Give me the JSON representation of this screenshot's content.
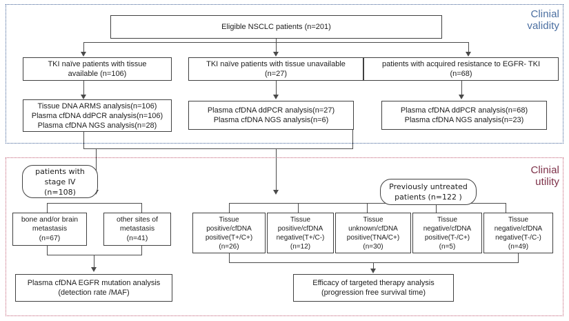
{
  "figure": {
    "type": "flowchart",
    "title": "NSCLC patient enrolment and cfDNA analysis flow diagram"
  },
  "sections": {
    "validity": {
      "label": "Clinial\nvalidity",
      "color": "#4a6ea0",
      "border_color": "#3b5c93"
    },
    "utility": {
      "label": "Clinial\nutility",
      "color": "#7d3048",
      "border_color": "#c05a72"
    }
  },
  "nodes": {
    "eligible": {
      "text": "Eligible NSCLC patients (n=201)"
    },
    "tki_naive_avail": {
      "text": "TKI naïve patients with tissue\navailable (n=106)"
    },
    "tki_naive_unavail": {
      "text": "TKI naïve patients with tissue unavailable\n(n=27)"
    },
    "acquired_res": {
      "text": "patients with acquired resistance to EGFR- TKI\n(n=68)"
    },
    "analysis_left": {
      "text": "Tissue DNA ARMS analysis(n=106)\nPlasma cfDNA ddPCR analysis(n=106)\nPlasma cfDNA NGS analysis(n=28)"
    },
    "analysis_mid": {
      "text": "Plasma cfDNA ddPCR analysis(n=27)\nPlasma cfDNA NGS analysis(n=6)"
    },
    "analysis_right": {
      "text": "Plasma cfDNA ddPCR analysis(n=68)\nPlasma cfDNA NGS analysis(n=23)"
    },
    "stage_iv": {
      "text": "patients with\nstage IV\n(n=108)"
    },
    "prev_untreated": {
      "text": "Previously untreated\npatients (n=122 )"
    },
    "bone_brain": {
      "text": "bone and/or brain\nmetastasis\n(n=67)"
    },
    "other_sites": {
      "text": "other sites of\nmetastasis\n(n=41)"
    },
    "tpcp": {
      "text": "Tissue\npositive/cfDNA\npositive(T+/C+)\n(n=26)"
    },
    "tpcn": {
      "text": "Tissue\npositive/cfDNA\nnegative(T+/C-)\n(n=12)"
    },
    "tnacp": {
      "text": "Tissue\nunknown/cfDNA\npositive(TNA/C+)\n(n=30)"
    },
    "tncp": {
      "text": "Tissue\nnegative/cfDNA\npositive(T-/C+)\n(n=5)"
    },
    "tncn": {
      "text": "Tissue\nnegative/cfDNA\nnegative(T-/C-)\n(n=49)"
    },
    "outcome_left": {
      "text": "Plasma cfDNA EGFR mutation analysis\n(detection rate /MAF)"
    },
    "outcome_right": {
      "text": "Efficacy of targeted therapy analysis\n(progression free survival time)"
    }
  }
}
